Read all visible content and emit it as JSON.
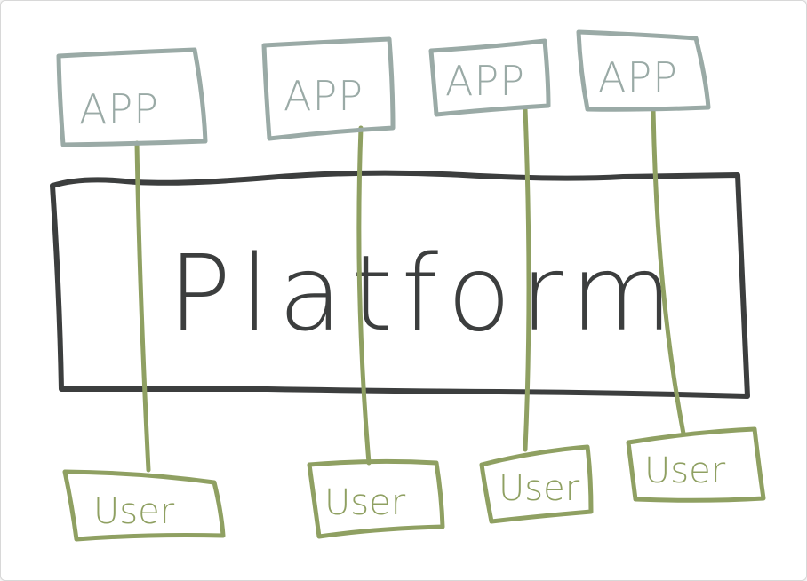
{
  "colors": {
    "app": "#9aaaa6",
    "user": "#8fa062",
    "platform": "#3c3e3e",
    "connector": "#8fa062"
  },
  "platform": {
    "label": "Platform"
  },
  "apps": [
    {
      "label": "APP"
    },
    {
      "label": "APP"
    },
    {
      "label": "APP"
    },
    {
      "label": "APP"
    }
  ],
  "users": [
    {
      "label": "User"
    },
    {
      "label": "User"
    },
    {
      "label": "User"
    },
    {
      "label": "User"
    }
  ]
}
